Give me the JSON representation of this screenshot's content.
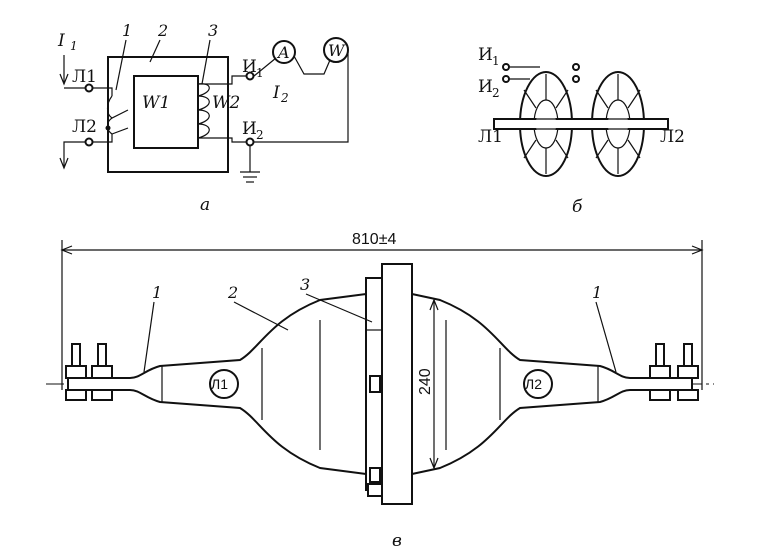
{
  "panel_a": {
    "current_primary": "I",
    "current_primary_sub": "1",
    "label_L1": "Л1",
    "label_L2": "Л2",
    "num_1": "1",
    "num_2": "2",
    "num_3": "3",
    "winding_1": "W1",
    "winding_2": "W2",
    "terminal_I1": "И",
    "terminal_I1_sub": "1",
    "terminal_I2": "И",
    "terminal_I2_sub": "2",
    "current_secondary": "I",
    "current_secondary_sub": "2",
    "ammeter": "A",
    "wattmeter": "W",
    "caption": "а"
  },
  "panel_b": {
    "terminal_I1": "И",
    "terminal_I1_sub": "1",
    "terminal_I2": "И",
    "terminal_I2_sub": "2",
    "label_L1": "Л1",
    "label_L2": "Л2",
    "caption": "б"
  },
  "panel_c": {
    "dim_length": "810±4",
    "dim_height": "240",
    "num_1_left": "1",
    "num_2": "2",
    "num_3": "3",
    "num_1_right": "1",
    "circle_L1": "Л1",
    "circle_L2": "Л2",
    "caption": "в"
  }
}
